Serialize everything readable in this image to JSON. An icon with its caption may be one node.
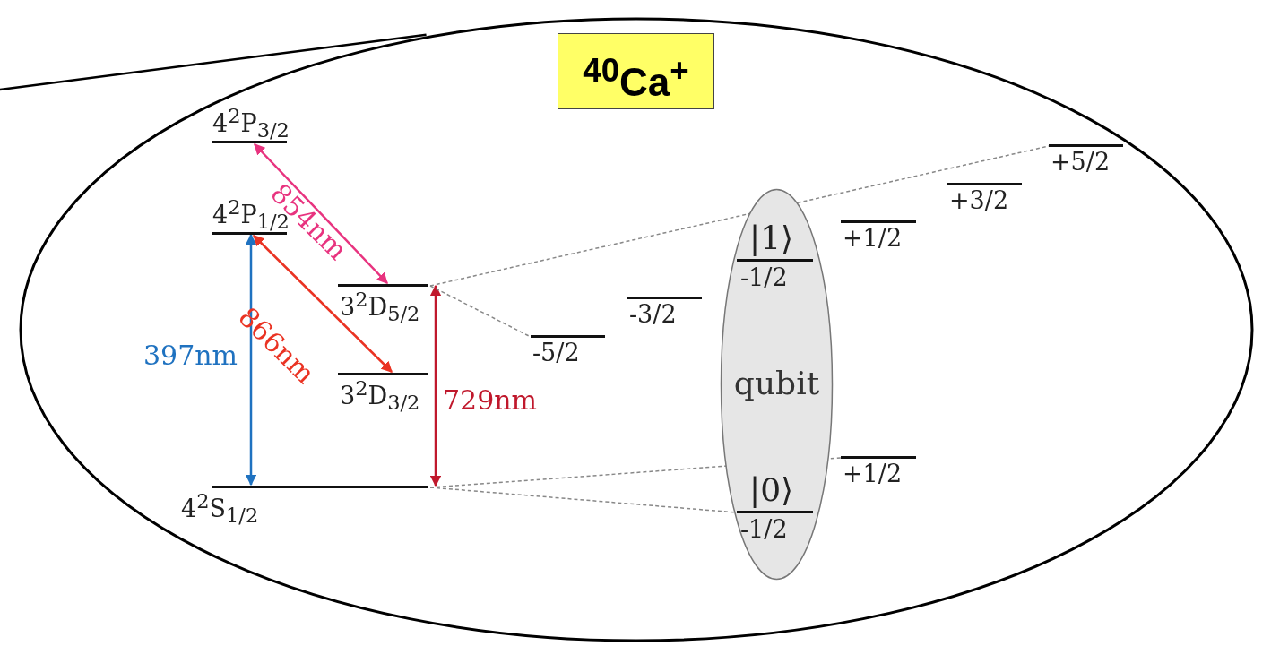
{
  "diagram": {
    "nodes": [
      {
        "text": [],
        "shape": "ellipse"
      },
      {
        "text": [
          "$^{40}$Ca$^{+}$"
        ],
        "in": 0
      },
      {
        "text": [
          "4$^{2}$P$_{3/2}$"
        ],
        "in": 0
      },
      {
        "text": [
          "4$^{2}$P$_{1/2}$"
        ],
        "in": 0
      },
      {
        "text": [
          "3$^{2}$D$_{5/2}$"
        ],
        "in": 0
      },
      {
        "text": [
          "3$^{2}$D$_{3/2}$"
        ],
        "in": 0
      },
      {
        "text": [
          "4$^{2}$S$_{1/2}$"
        ],
        "in": 0
      },
      {
        "text": [
          "-5/2"
        ],
        "in": 0
      },
      {
        "text": [
          "-3/2"
        ],
        "in": 0
      },
      {
        "text": [
          "qubit"
        ],
        "in": 0
      },
      {
        "text": [
          "|1⟩",
          "-1/2"
        ],
        "in": 9
      },
      {
        "text": [
          "+1/2"
        ],
        "in": 0
      },
      {
        "text": [
          "+3/2"
        ],
        "in": 0
      },
      {
        "text": [
          "+5/2"
        ],
        "in": 0
      },
      {
        "text": [
          "+1/2"
        ],
        "in": 0
      },
      {
        "text": [
          "|0⟩",
          "-1/2"
        ],
        "in": 9
      }
    ],
    "edges": [
      {
        "from": null,
        "to": 0,
        "arrow": "none",
        "color": "#000000"
      },
      {
        "from": 6,
        "to": 3,
        "arrow": "both",
        "label": "397nm",
        "color": "#1f72c0"
      },
      {
        "from": 2,
        "to": 4,
        "arrow": "both",
        "label": "854nm",
        "color": "#e8337f"
      },
      {
        "from": 3,
        "to": 5,
        "arrow": "both",
        "label": "866nm",
        "color": "#ea3323"
      },
      {
        "from": 4,
        "to": 6,
        "arrow": "both",
        "label": "729nm",
        "color": "#c0182c"
      },
      {
        "from": 4,
        "to": 7,
        "arrow": "none",
        "style": "dashed",
        "color": "#888888"
      },
      {
        "from": 4,
        "to": 13,
        "arrow": "none",
        "style": "dashed",
        "color": "#888888"
      },
      {
        "from": 6,
        "to": 14,
        "arrow": "none",
        "style": "dashed",
        "color": "#888888"
      },
      {
        "from": 6,
        "to": 15,
        "arrow": "none",
        "style": "dashed",
        "color": "#888888"
      }
    ]
  }
}
